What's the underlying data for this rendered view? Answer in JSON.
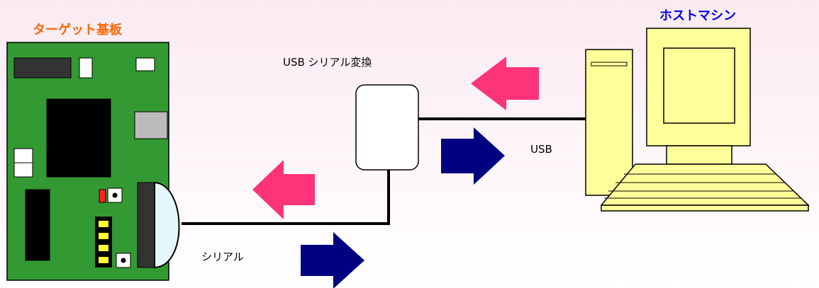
{
  "labels": {
    "target_board": "ターゲット基板",
    "host_machine": "ホストマシン",
    "usb_serial_converter": "USB シリアル変換",
    "usb": "USB",
    "serial": "シリアル"
  },
  "colors": {
    "target_title": "#ff6600",
    "host_title": "#0000ee",
    "board_green": "#339933",
    "arrow_pink": "#ff3377",
    "arrow_navy": "#000080",
    "computer_yellow": "#ffff99"
  },
  "flows": [
    {
      "name": "host-to-converter",
      "direction": "left",
      "color": "pink"
    },
    {
      "name": "converter-to-host",
      "direction": "right",
      "color": "navy"
    },
    {
      "name": "converter-to-target",
      "direction": "left",
      "color": "pink"
    },
    {
      "name": "target-to-converter",
      "direction": "right",
      "color": "navy"
    }
  ]
}
